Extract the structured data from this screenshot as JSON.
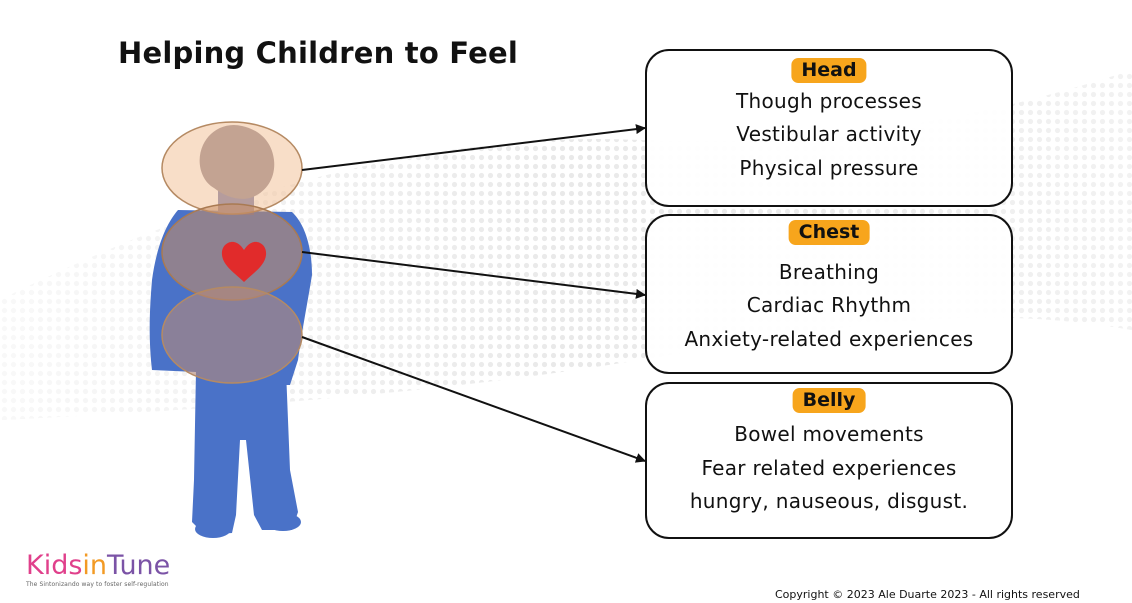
{
  "title": "Helping Children to Feel",
  "boxes": [
    {
      "tag": "Head",
      "lines": [
        "Though processes",
        "Vestibular activity",
        "Physical pressure"
      ]
    },
    {
      "tag": "Chest",
      "lines": [
        "Breathing",
        "Cardiac Rhythm",
        "Anxiety-related experiences"
      ]
    },
    {
      "tag": "Belly",
      "lines": [
        "Bowel movements",
        "Fear related experiences",
        "hungry, nauseous, disgust."
      ]
    }
  ],
  "logo": {
    "kids": "Kids",
    "in": "in",
    "tune": "Tune",
    "tagline": "The Sintonizando way to foster self-regulation"
  },
  "copyright": "Copyright © 2023  Ale Duarte 2023 - All rights reserved",
  "colors": {
    "tag": "#f7a51c",
    "body": "#4a72c8",
    "head_silhouette": "#8a7d87",
    "circle_fill": "#f2c29a",
    "circle_stroke": "#b58a63",
    "heart": "#e12b2b",
    "logo_kids": "#e0408b",
    "logo_in": "#f29a24",
    "logo_tune": "#7b53a6"
  },
  "icons": [
    "child-silhouette",
    "heart-icon",
    "arrow"
  ]
}
